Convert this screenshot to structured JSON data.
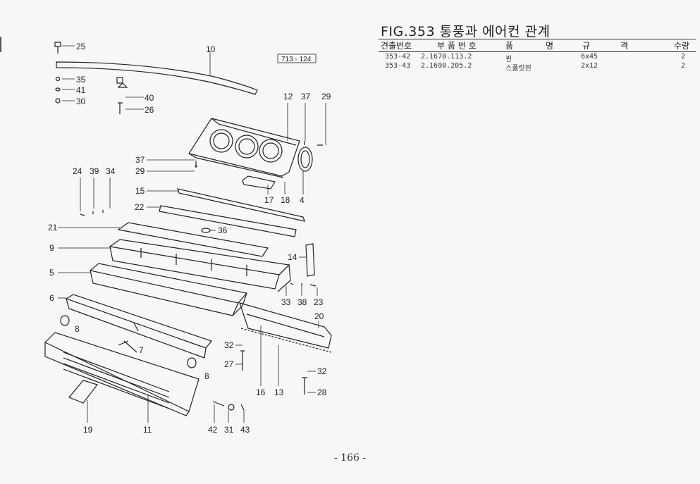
{
  "figure": {
    "title": "FIG.353 통풍과 에어컨 관계",
    "ref_box": "713 - 124",
    "page_number": "- 166 -"
  },
  "parts_table": {
    "headers": {
      "index_no": "견출번호",
      "part_no": "부 품 번 호",
      "name_a": "품",
      "name_b": "명",
      "spec_a": "규",
      "spec_b": "격",
      "qty": "수량"
    },
    "rows": [
      {
        "index_no": "353-42",
        "part_no": "2.1670.113.2",
        "name": "핀",
        "spec": "6x45",
        "qty": "2"
      },
      {
        "index_no": "353-43",
        "part_no": "2.1690.205.2",
        "name": "스플릿핀",
        "spec": "2x12",
        "qty": "2"
      }
    ]
  },
  "callouts": [
    "25",
    "10",
    "35",
    "41",
    "30",
    "40",
    "26",
    "12",
    "37",
    "29",
    "37",
    "29",
    "24",
    "39",
    "34",
    "15",
    "22",
    "21",
    "36",
    "9",
    "5",
    "6",
    "8",
    "7",
    "17",
    "18",
    "4",
    "14",
    "33",
    "38",
    "23",
    "20",
    "32",
    "27",
    "8",
    "16",
    "13",
    "32",
    "28",
    "19",
    "11",
    "42",
    "31",
    "43"
  ]
}
